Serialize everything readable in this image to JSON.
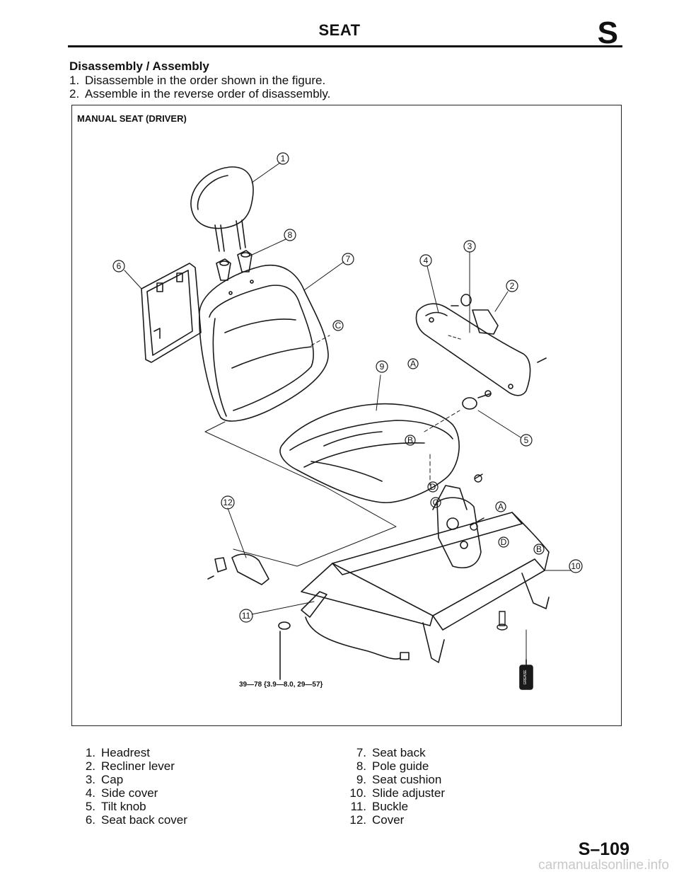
{
  "header": {
    "title": "SEAT",
    "section_letter": "S"
  },
  "procedure": {
    "heading": "Disassembly / Assembly",
    "steps": [
      {
        "num": "1.",
        "text": "Disassemble in the order shown in the figure."
      },
      {
        "num": "2.",
        "text": "Assemble in the reverse order of disassembly."
      }
    ]
  },
  "figure": {
    "caption": "MANUAL SEAT (DRIVER)",
    "torque_spec": "39—78 {3.9—8.0, 29—57}",
    "grease_label": "GREASE",
    "callouts": [
      "1",
      "2",
      "3",
      "4",
      "5",
      "6",
      "7",
      "8",
      "9",
      "10",
      "11",
      "12"
    ],
    "reference_marks": [
      "A",
      "B",
      "C",
      "D"
    ]
  },
  "legend": {
    "left": [
      {
        "num": "1.",
        "text": "Headrest"
      },
      {
        "num": "2.",
        "text": "Recliner lever"
      },
      {
        "num": "3.",
        "text": "Cap"
      },
      {
        "num": "4.",
        "text": "Side cover"
      },
      {
        "num": "5.",
        "text": "Tilt knob"
      },
      {
        "num": "6.",
        "text": "Seat back cover"
      }
    ],
    "right": [
      {
        "num": "7.",
        "text": "Seat back"
      },
      {
        "num": "8.",
        "text": "Pole guide"
      },
      {
        "num": "9.",
        "text": "Seat cushion"
      },
      {
        "num": "10.",
        "text": "Slide adjuster"
      },
      {
        "num": "11.",
        "text": "Buckle"
      },
      {
        "num": "12.",
        "text": "Cover"
      }
    ]
  },
  "footer": {
    "page_number": "S–109",
    "watermark": "carmanualsonline.info"
  }
}
